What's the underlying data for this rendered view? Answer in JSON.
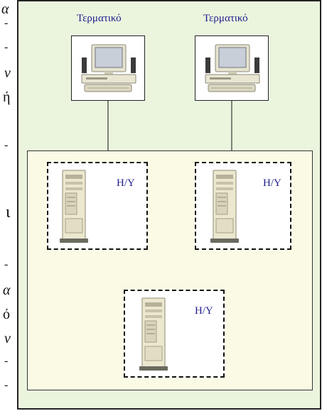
{
  "margin_text": [
    "α",
    "-",
    "-",
    "ν",
    "ή",
    "-",
    "ι",
    "-",
    "α",
    "ό",
    "ν",
    "-",
    "-"
  ],
  "terminals": [
    {
      "label": "Τερματικό"
    },
    {
      "label": "Τερματικό"
    }
  ],
  "hosts": [
    {
      "label": "H/Y"
    },
    {
      "label": "H/Y"
    },
    {
      "label": "H/Y"
    }
  ],
  "colors": {
    "outer_background": "#ebf5de",
    "inner_background": "#fbfbe5",
    "label_text": "#1e1e8c"
  },
  "icons": {
    "terminal": "desktop-computer-icon",
    "host": "tower-server-icon"
  }
}
